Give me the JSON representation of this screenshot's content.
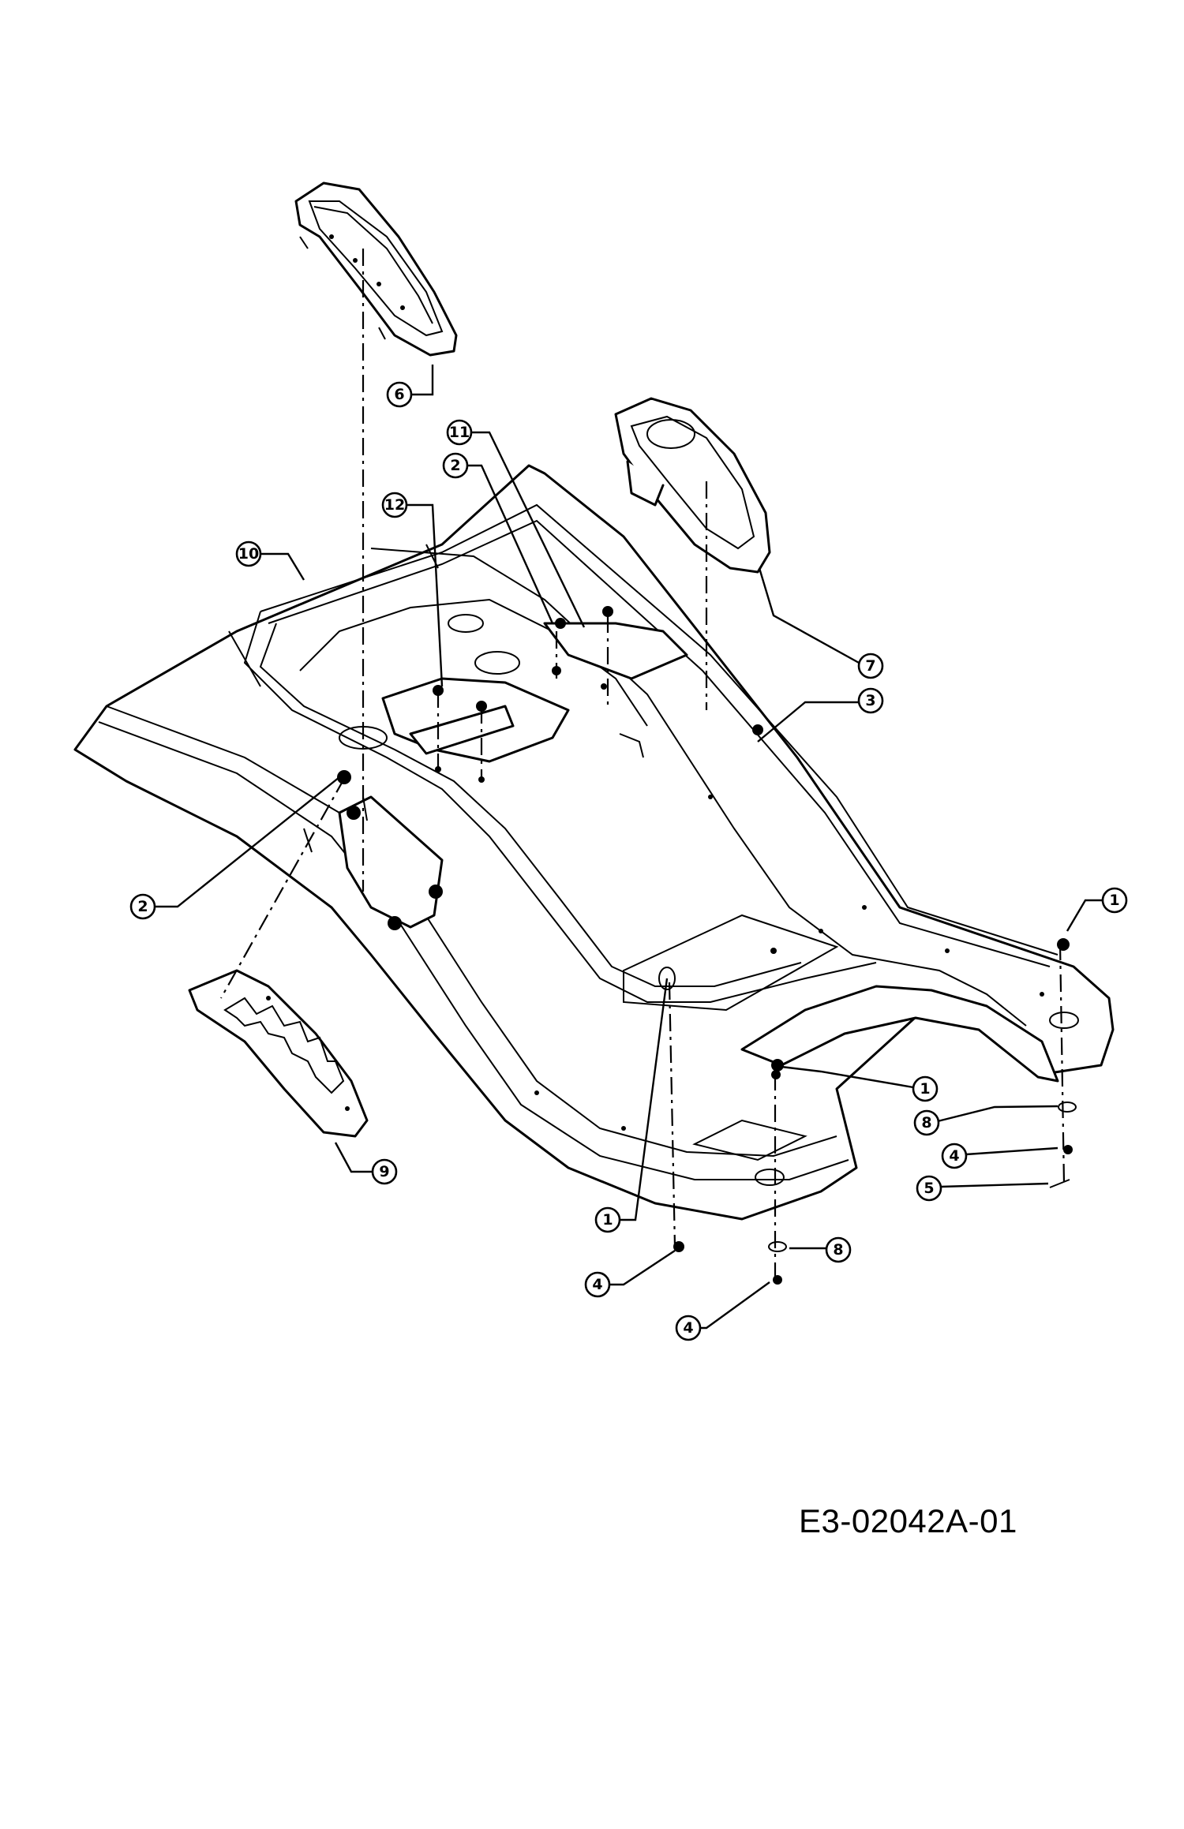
{
  "drawing_code": "E3-02042A-01",
  "callouts": [
    {
      "id": "c1a",
      "label": "1"
    },
    {
      "id": "c1b",
      "label": "1"
    },
    {
      "id": "c1c",
      "label": "1"
    },
    {
      "id": "c2a",
      "label": "2"
    },
    {
      "id": "c2b",
      "label": "2"
    },
    {
      "id": "c3",
      "label": "3"
    },
    {
      "id": "c4a",
      "label": "4"
    },
    {
      "id": "c4b",
      "label": "4"
    },
    {
      "id": "c4c",
      "label": "4"
    },
    {
      "id": "c5",
      "label": "5"
    },
    {
      "id": "c6",
      "label": "6"
    },
    {
      "id": "c7",
      "label": "7"
    },
    {
      "id": "c8a",
      "label": "8"
    },
    {
      "id": "c8b",
      "label": "8"
    },
    {
      "id": "c9",
      "label": "9"
    },
    {
      "id": "c10",
      "label": "10"
    },
    {
      "id": "c11",
      "label": "11"
    },
    {
      "id": "c12",
      "label": "12"
    }
  ]
}
